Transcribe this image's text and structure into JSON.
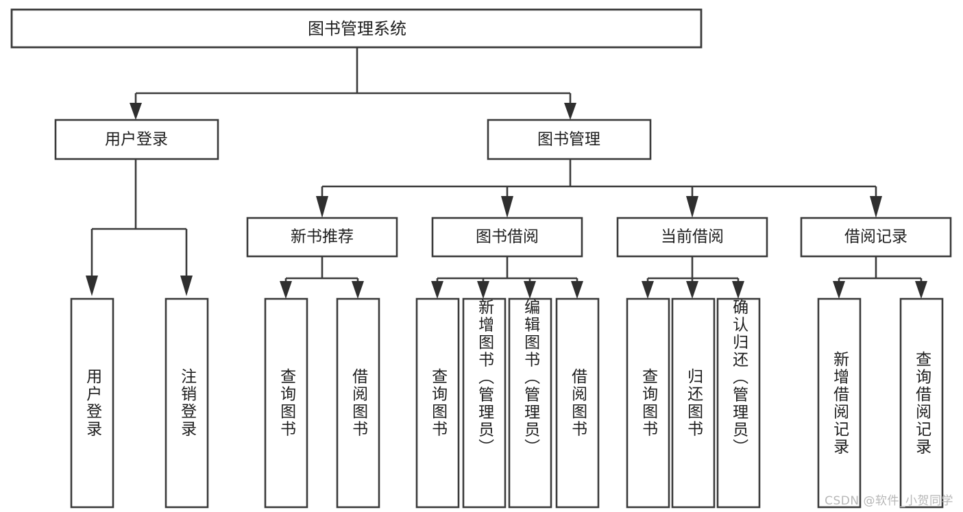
{
  "diagram": {
    "title": "图书管理系统",
    "type": "tree-hierarchy-diagram",
    "watermark": "CSDN @软件_小贺同学",
    "colors": {
      "box_stroke": "#3a3a3a",
      "box_fill": "#ffffff",
      "text": "#1d1d1d",
      "connector": "#3a3a3a",
      "watermark": "#b7b7b7",
      "background": "#ffffff"
    },
    "root": {
      "label": "图书管理系统"
    },
    "level2": [
      {
        "id": "user-login",
        "label": "用户登录"
      },
      {
        "id": "book-manage",
        "label": "图书管理"
      }
    ],
    "level3": [
      {
        "id": "new-book-recommend",
        "label": "新书推荐",
        "parent": "book-manage"
      },
      {
        "id": "book-borrow",
        "label": "图书借阅",
        "parent": "book-manage"
      },
      {
        "id": "current-borrow",
        "label": "当前借阅",
        "parent": "book-manage"
      },
      {
        "id": "borrow-record",
        "label": "借阅记录",
        "parent": "book-manage"
      }
    ],
    "leaves": {
      "user-login": [
        {
          "id": "leaf-user-login",
          "label": "用户登录"
        },
        {
          "id": "leaf-user-logout",
          "label": "注销登录"
        }
      ],
      "new-book-recommend": [
        {
          "id": "leaf-query-book-1",
          "label": "查询图书"
        },
        {
          "id": "leaf-borrow-book-1",
          "label": "借阅图书"
        }
      ],
      "book-borrow": [
        {
          "id": "leaf-query-book-2",
          "label": "查询图书"
        },
        {
          "id": "leaf-add-book",
          "label": "新增图书（管理员）"
        },
        {
          "id": "leaf-edit-book",
          "label": "编辑图书（管理员）"
        },
        {
          "id": "leaf-borrow-book-2",
          "label": "借阅图书"
        }
      ],
      "current-borrow": [
        {
          "id": "leaf-query-book-3",
          "label": "查询图书"
        },
        {
          "id": "leaf-return-book",
          "label": "归还图书"
        },
        {
          "id": "leaf-confirm-return",
          "label": "确认归还（管理员）"
        }
      ],
      "borrow-record": [
        {
          "id": "leaf-add-record",
          "label": "新增借阅记录"
        },
        {
          "id": "leaf-query-record",
          "label": "查询借阅记录"
        }
      ]
    }
  }
}
